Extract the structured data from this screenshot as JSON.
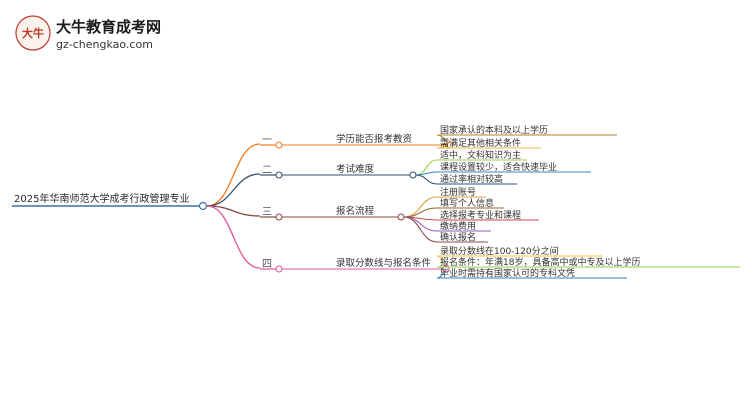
{
  "logo": {
    "title": "大牛教育成考网",
    "url": "gz-chengkao.com",
    "badge_glyph": "大牛",
    "accent": "#c0392b"
  },
  "root": {
    "label": "2025年华南师范大学成考行政管理专业",
    "color": "#3d6fa8"
  },
  "branches": [
    {
      "num": "一",
      "label": "学历能否报考教资",
      "color": "#f07c1e",
      "leaves": [
        "国家承认的本科及以上学历",
        "需满足其他相关条件"
      ],
      "leaf_colors": [
        "#b5832a",
        "#e6b84a"
      ]
    },
    {
      "num": "二",
      "label": "考试难度",
      "color": "#3a4e6b",
      "leaves": [
        "适中，文科知识为主",
        "课程设置较少，适合快速毕业",
        "通过率相对较高"
      ],
      "leaf_colors": [
        "#9ad24a",
        "#3d84c6",
        "#2f4f7a"
      ]
    },
    {
      "num": "三",
      "label": "报名流程",
      "color": "#8a4a4a",
      "leaves": [
        "注册账号",
        "填写个人信息",
        "选择报考专业和课程",
        "缴纳费用",
        "确认报名"
      ],
      "leaf_colors": [
        "#e0a040",
        "#8a6a3a",
        "#c24a4a",
        "#9a58b8",
        "#8a4a4a"
      ]
    },
    {
      "num": "四",
      "label": "录取分数线与报名条件",
      "color": "#e0589a",
      "leaves": [
        "录取分数线在100-120分之间",
        "报名条件：年满18岁，具备高中或中专及以上学历",
        "毕业时需持有国家认可的专科文凭"
      ],
      "leaf_colors": [
        "#e8c64a",
        "#8ed24a",
        "#2f7fc0"
      ]
    }
  ]
}
